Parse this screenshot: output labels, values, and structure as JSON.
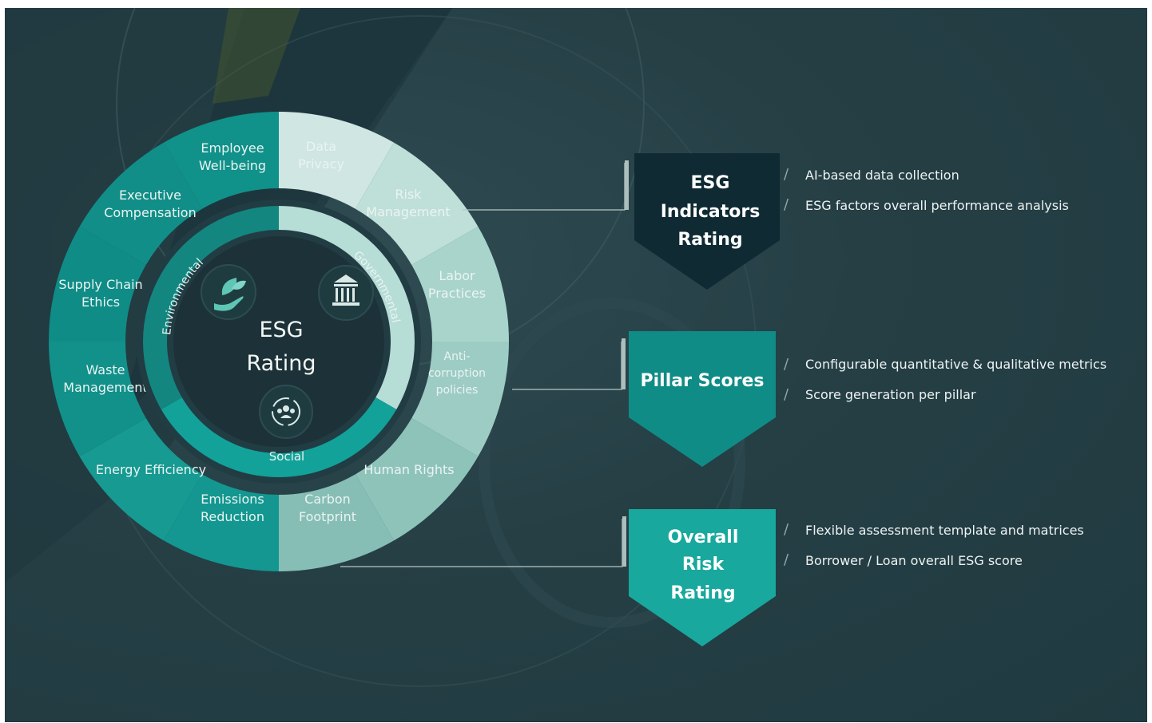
{
  "center": {
    "line1": "ESG",
    "line2": "Rating"
  },
  "pillars": {
    "environmental": "Environmental",
    "governmental": "Governmental",
    "social": "Social"
  },
  "icons": {
    "environmental": "leaf-hand-icon",
    "governmental": "government-building-icon",
    "social": "people-cycle-icon"
  },
  "segments": [
    {
      "id": "data-privacy",
      "lines": [
        "Data",
        "Privacy"
      ]
    },
    {
      "id": "risk-management",
      "lines": [
        "Risk",
        "Management"
      ]
    },
    {
      "id": "labor-practices",
      "lines": [
        "Labor",
        "Practices"
      ]
    },
    {
      "id": "anti-corruption",
      "lines": [
        "Anti-",
        "corruption",
        "policies"
      ]
    },
    {
      "id": "human-rights",
      "lines": [
        "Human Rights"
      ]
    },
    {
      "id": "carbon-footprint",
      "lines": [
        "Carbon",
        "Footprint"
      ]
    },
    {
      "id": "emissions-reduction",
      "lines": [
        "Emissions",
        "Reduction"
      ]
    },
    {
      "id": "energy-efficiency",
      "lines": [
        "Energy Efficiency"
      ]
    },
    {
      "id": "waste-management",
      "lines": [
        "Waste",
        "Management"
      ]
    },
    {
      "id": "supply-chain-ethics",
      "lines": [
        "Supply Chain",
        "Ethics"
      ]
    },
    {
      "id": "executive-compensation",
      "lines": [
        "Executive",
        "Compensation"
      ]
    },
    {
      "id": "employee-wellbeing",
      "lines": [
        "Employee",
        "Well-being"
      ]
    }
  ],
  "callouts": [
    {
      "id": "esg-indicators-rating",
      "lines": [
        "ESG",
        "Indicators",
        "Rating"
      ],
      "bullets": [
        "AI-based data collection",
        "ESG factors overall performance analysis"
      ]
    },
    {
      "id": "pillar-scores",
      "lines": [
        "Pillar Scores"
      ],
      "bullets": [
        "Configurable quantitative & qualitative metrics",
        "Score generation per pillar"
      ]
    },
    {
      "id": "overall-risk-rating",
      "lines": [
        "Overall",
        "Risk",
        "Rating"
      ],
      "bullets": [
        "Flexible assessment template and matrices",
        "Borrower / Loan overall ESG score"
      ]
    }
  ],
  "colors": {
    "background": "#253f45",
    "teal": "#0f8c86",
    "teal_mid": "#1a9c92",
    "mint_light": "#cfe6e2",
    "mint": "#a8d3cc",
    "dark_navy": "#0f2a33",
    "bright_teal": "#18a89d"
  }
}
